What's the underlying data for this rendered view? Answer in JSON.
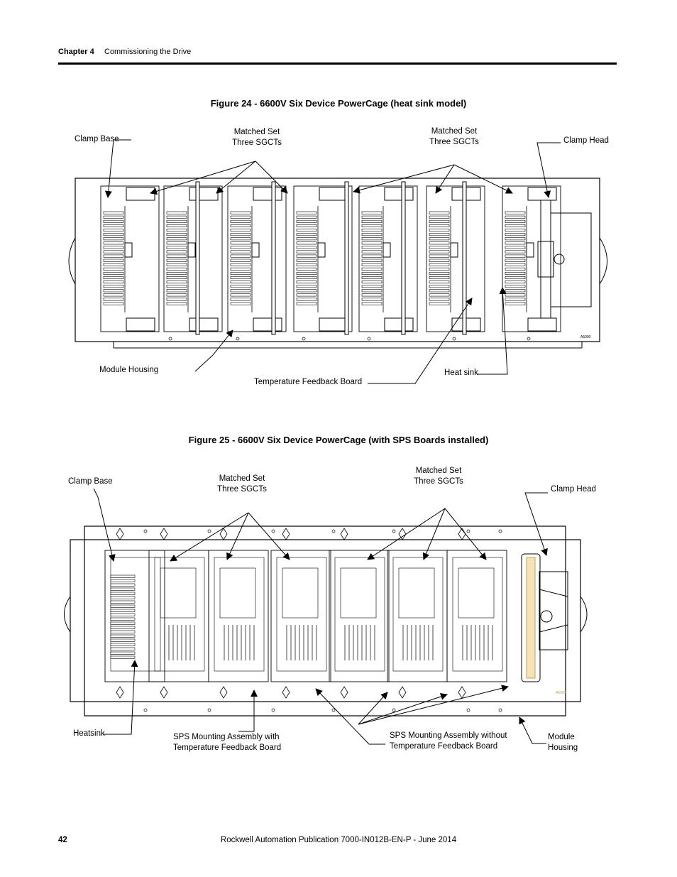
{
  "header": {
    "chapter": "Chapter 4",
    "title": "Commissioning the Drive"
  },
  "figure24": {
    "caption": "Figure 24 - 6600V Six Device PowerCage (heat sink model)",
    "labels": {
      "clamp_base": "Clamp Base",
      "matched_set_left": [
        "Matched Set",
        "Three SGCTs"
      ],
      "matched_set_right": [
        "Matched Set",
        "Three SGCTs"
      ],
      "clamp_head": "Clamp Head",
      "module_housing": "Module Housing",
      "temperature_feedback_board": "Temperature Feedback Board",
      "heat_sink": "Heat sink"
    }
  },
  "figure25": {
    "caption": "Figure 25 - 6600V Six Device PowerCage (with SPS Boards installed)",
    "labels": {
      "clamp_base": "Clamp Base",
      "matched_set_left": [
        "Matched Set",
        "Three SGCTs"
      ],
      "matched_set_right": [
        "Matched Set",
        "Three SGCTs"
      ],
      "clamp_head": "Clamp Head",
      "heatsink": "Heatsink",
      "sps_with": [
        "SPS Mounting Assembly with",
        "Temperature Feedback Board"
      ],
      "sps_without": [
        "SPS Mounting Assembly without",
        "Temperature Feedback Board"
      ],
      "module_housing": [
        "Module",
        "Housing"
      ]
    }
  },
  "footer": {
    "page_number": "42",
    "publication": "Rockwell Automation Publication 7000-IN012B-EN-P - June 2014"
  }
}
